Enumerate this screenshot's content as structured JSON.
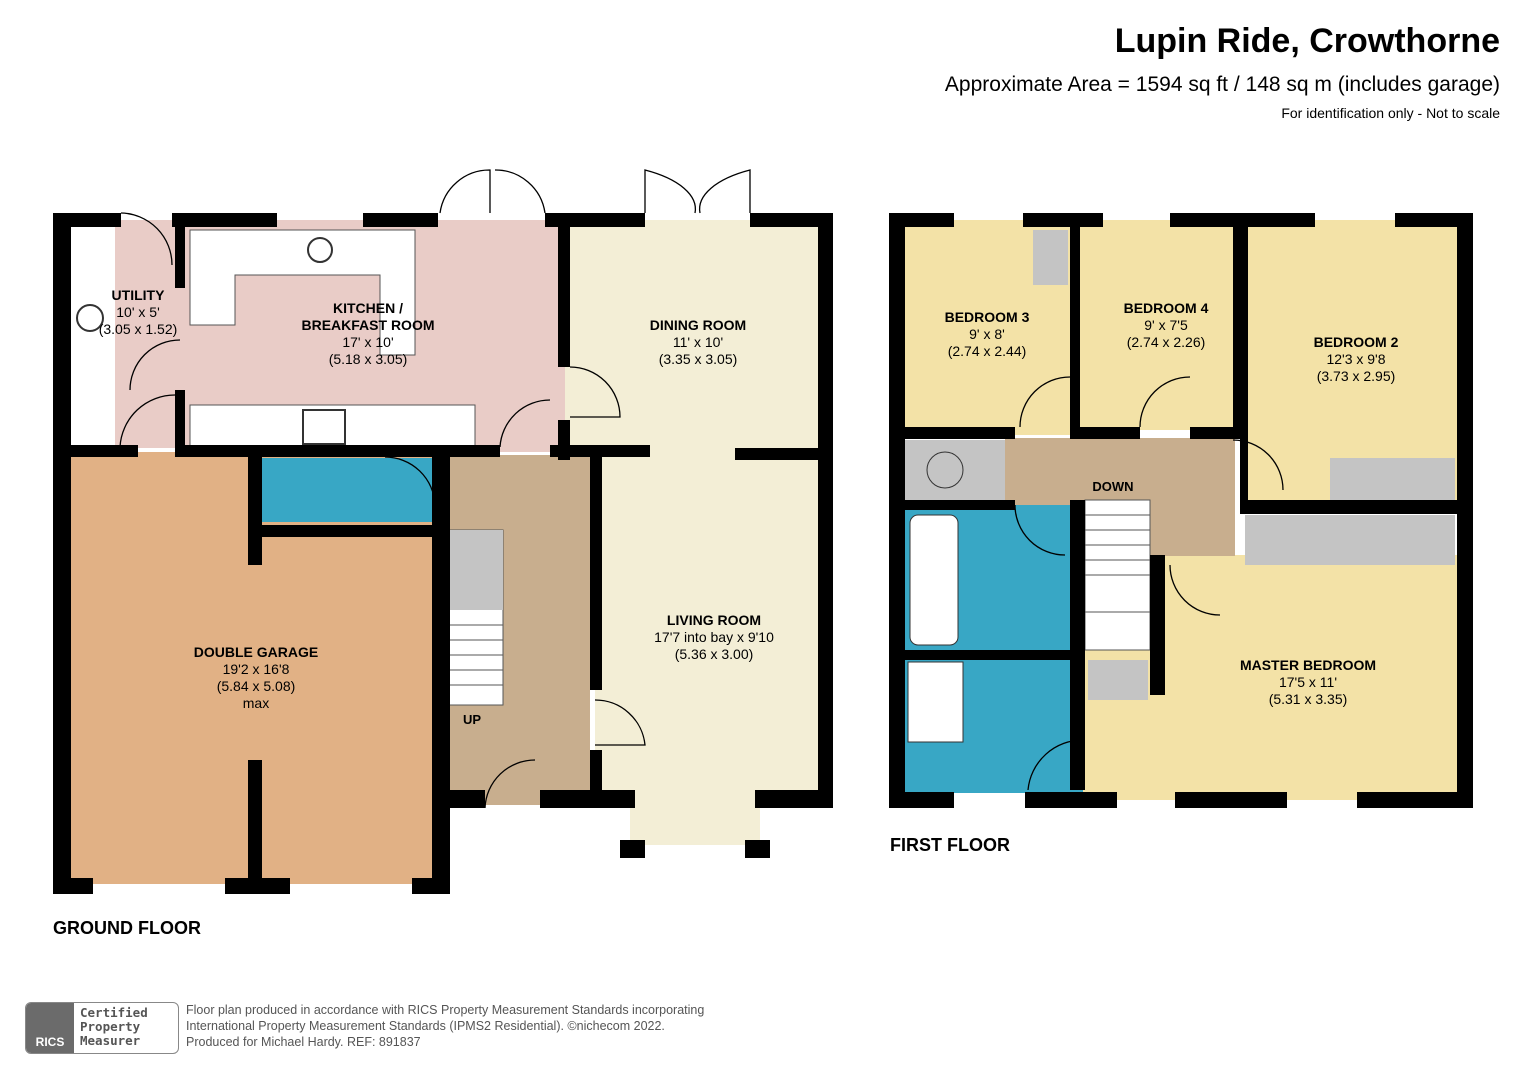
{
  "header": {
    "title": "Lupin Ride, Crowthorne",
    "area": "Approximate Area = 1594 sq ft / 148 sq m (includes garage)",
    "note": "For identification only - Not to scale"
  },
  "floors": {
    "ground": "GROUND FLOOR",
    "first": "FIRST  FLOOR"
  },
  "rooms": {
    "utility": {
      "name": "UTILITY",
      "imperial": "10' x 5'",
      "metric": "(3.05 x 1.52)"
    },
    "kitchen": {
      "name": "KITCHEN /",
      "name2": "BREAKFAST ROOM",
      "imperial": "17' x 10'",
      "metric": "(5.18 x 3.05)"
    },
    "dining": {
      "name": "DINING ROOM",
      "imperial": "11' x 10'",
      "metric": "(3.35 x 3.05)"
    },
    "living": {
      "name": "LIVING ROOM",
      "imperial": "17'7 into bay x 9'10",
      "metric": "(5.36 x 3.00)"
    },
    "garage": {
      "name": "DOUBLE GARAGE",
      "imperial": "19'2 x 16'8",
      "metric": "(5.84 x 5.08)",
      "extra": "max"
    },
    "bedroom3": {
      "name": "BEDROOM 3",
      "imperial": "9' x 8'",
      "metric": "(2.74 x 2.44)"
    },
    "bedroom4": {
      "name": "BEDROOM 4",
      "imperial": "9' x 7'5",
      "metric": "(2.74 x 2.26)"
    },
    "bedroom2": {
      "name": "BEDROOM 2",
      "imperial": "12'3 x 9'8",
      "metric": "(3.73 x 2.95)"
    },
    "master": {
      "name": "MASTER BEDROOM",
      "imperial": "17'5 x 11'",
      "metric": "(5.31 x 3.35)"
    }
  },
  "stairs": {
    "up": "UP",
    "down": "DOWN"
  },
  "colors": {
    "kitchen": "#e9ccc7",
    "living": "#f3eed6",
    "garage": "#e1b185",
    "hall": "#c8ae8e",
    "bathroom": "#38a7c5",
    "bedroom": "#f3e2a7",
    "storage": "#c4c4c4",
    "wall": "#000000"
  },
  "footer": {
    "line1": "Floor plan produced in accordance with RICS Property Measurement Standards incorporating",
    "line2": "International Property Measurement Standards (IPMS2 Residential).   ©nichecom 2022.",
    "line3": "Produced for Michael Hardy.   REF: 891837",
    "badge_logo": "RICS",
    "badge1": "Certified",
    "badge2": "Property",
    "badge3": "Measurer"
  }
}
